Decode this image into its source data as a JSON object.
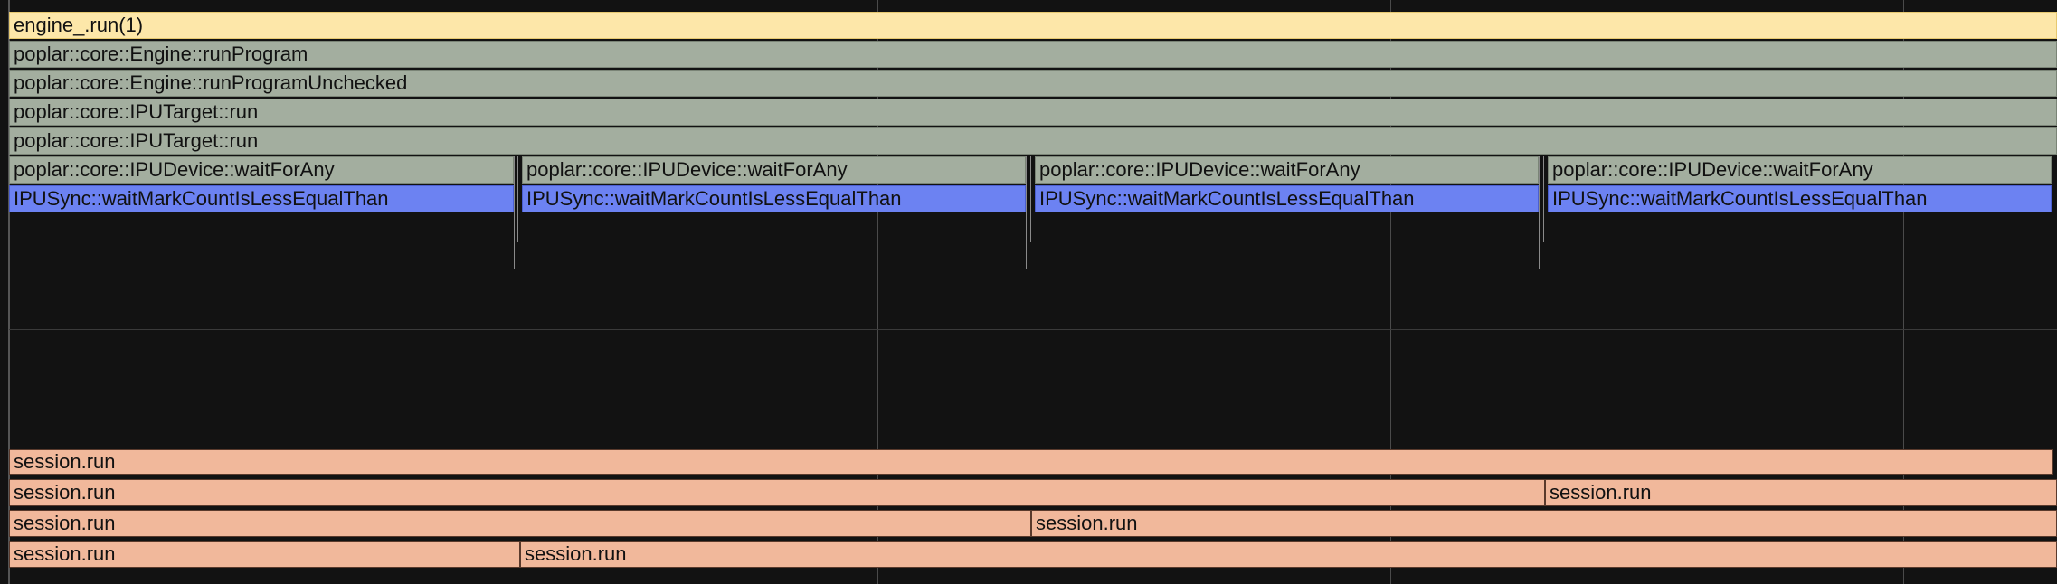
{
  "top_track": {
    "run": "engine_.run(1)",
    "run_program": "poplar::core::Engine::runProgram",
    "run_unchecked": "poplar::core::Engine::runProgramUnchecked",
    "target_run_1": "poplar::core::IPUTarget::run",
    "target_run_2": "poplar::core::IPUTarget::run",
    "wait_for_any": [
      "poplar::core::IPUDevice::waitForAny",
      "poplar::core::IPUDevice::waitForAny",
      "poplar::core::IPUDevice::waitForAny",
      "poplar::core::IPUDevice::waitForAny"
    ],
    "wait_mark": [
      "IPUSync::waitMarkCountIsLessEqualThan",
      "IPUSync::waitMarkCountIsLessEqualThan",
      "IPUSync::waitMarkCountIsLessEqualThan",
      "IPUSync::waitMarkCountIsLessEqualThan"
    ]
  },
  "bottom_track": {
    "row1": [
      "session.run"
    ],
    "row2": [
      "session.run",
      "session.run"
    ],
    "row3": [
      "session.run",
      "session.run"
    ],
    "row4": [
      "session.run",
      "session.run"
    ]
  },
  "colors": {
    "background": "#121212",
    "engine_run": "#fde7a9",
    "poplar": "#a3ae9f",
    "ipu_sync": "#6c82f2",
    "session_run": "#f1b89b"
  }
}
